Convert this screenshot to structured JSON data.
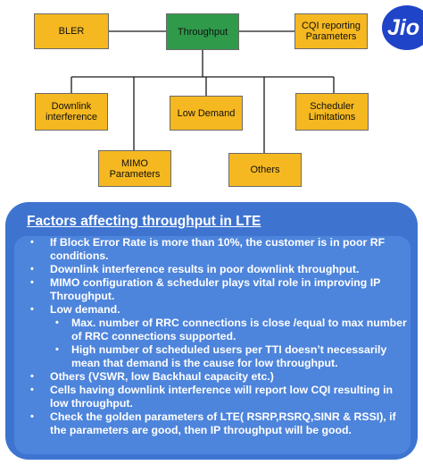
{
  "diagram": {
    "nodes": {
      "bler": "BLER",
      "throughput": "Throughput",
      "cqi": "CQI reporting Parameters",
      "downlink": "Downlink interference",
      "low_demand": "Low Demand",
      "scheduler": "Scheduler Limitations",
      "mimo": "MIMO Parameters",
      "others": "Others"
    }
  },
  "logo": {
    "text": "Jio"
  },
  "factors": {
    "title": "Factors affecting throughput in LTE",
    "bullets": [
      {
        "text": "If Block Error Rate is more than 10%, the customer is in poor RF conditions.",
        "level": 1
      },
      {
        "text": "Downlink interference results in poor downlink throughput.",
        "level": 1
      },
      {
        "text": "MIMO configuration & scheduler plays vital role in improving IP Throughput.",
        "level": 1
      },
      {
        "text": "Low demand.",
        "level": 1
      },
      {
        "text": "Max. number of RRC connections is close /equal to max number of RRC connections supported.",
        "level": 2
      },
      {
        "text": "High number of scheduled users per TTI doesn’t necessarily mean that demand is the cause for low throughput.",
        "level": 2
      },
      {
        "text": "Others (VSWR, low Backhaul capacity etc.)",
        "level": 1
      },
      {
        "text": "Cells having downlink interference will report low CQI resulting in low throughput.",
        "level": 1
      },
      {
        "text": "Check the golden parameters of LTE( RSRP,RSRQ,SINR & RSSI), if the parameters are good, then IP throughput will be good.",
        "level": 1
      }
    ]
  }
}
